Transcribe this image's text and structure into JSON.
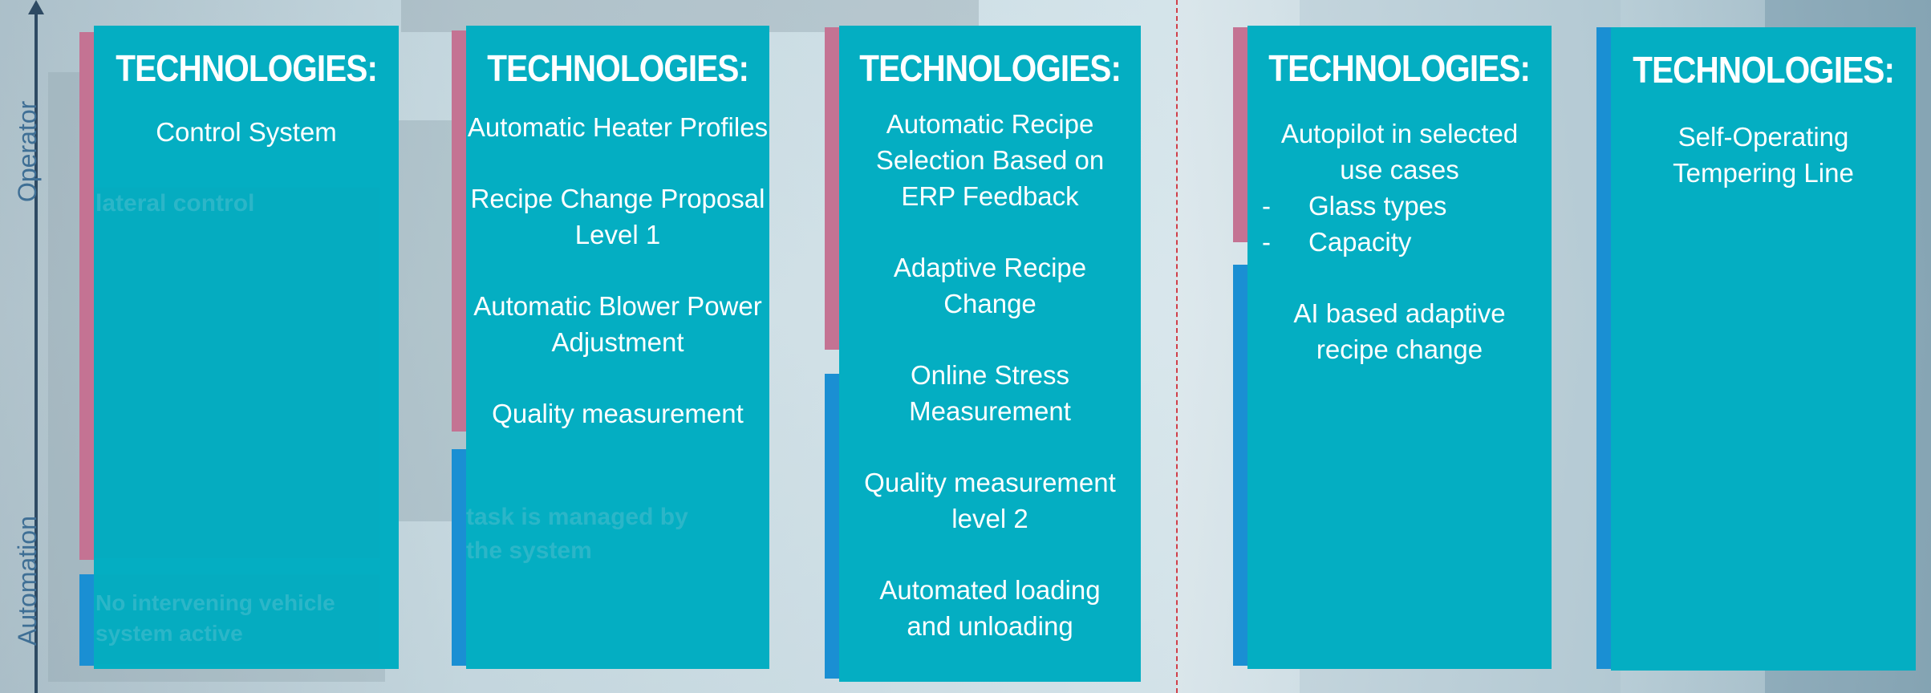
{
  "colors": {
    "card": "#04aec2",
    "bar_operator": "#c47393",
    "bar_automation": "#1a8fd3",
    "axis": "#2e4a63",
    "axis_label": "#3f6f95",
    "divider": "#d0404a"
  },
  "axis": {
    "top_label": "Operator",
    "bottom_label": "Automation"
  },
  "background_text": {
    "level0_upper": "lateral control",
    "level0_lower": "No intervening  vehicle system active",
    "level1_lower": "task is managed by the  system"
  },
  "columns": [
    {
      "title": "TECHNOLOGIES:",
      "items": [
        "Control System"
      ]
    },
    {
      "title": "TECHNOLOGIES:",
      "items": [
        "Automatic Heater Profiles",
        "Recipe Change Proposal Level 1",
        "Automatic Blower Power Adjustment",
        "Quality measurement"
      ]
    },
    {
      "title": "TECHNOLOGIES:",
      "items": [
        "Automatic Recipe Selection Based on ERP Feedback",
        "Adaptive Recipe Change",
        "Online Stress Measurement",
        "Quality measurement level 2",
        "Automated loading and unloading"
      ]
    },
    {
      "title": "TECHNOLOGIES:",
      "intro": "Autopilot in selected use cases",
      "bullets": [
        {
          "dash": "-",
          "text": "Glass types"
        },
        {
          "dash": "-",
          "text": "Capacity"
        }
      ],
      "items": [
        "AI based adaptive recipe change"
      ]
    },
    {
      "title": "TECHNOLOGIES:",
      "items": [
        "Self-Operating Tempering Line"
      ]
    }
  ]
}
